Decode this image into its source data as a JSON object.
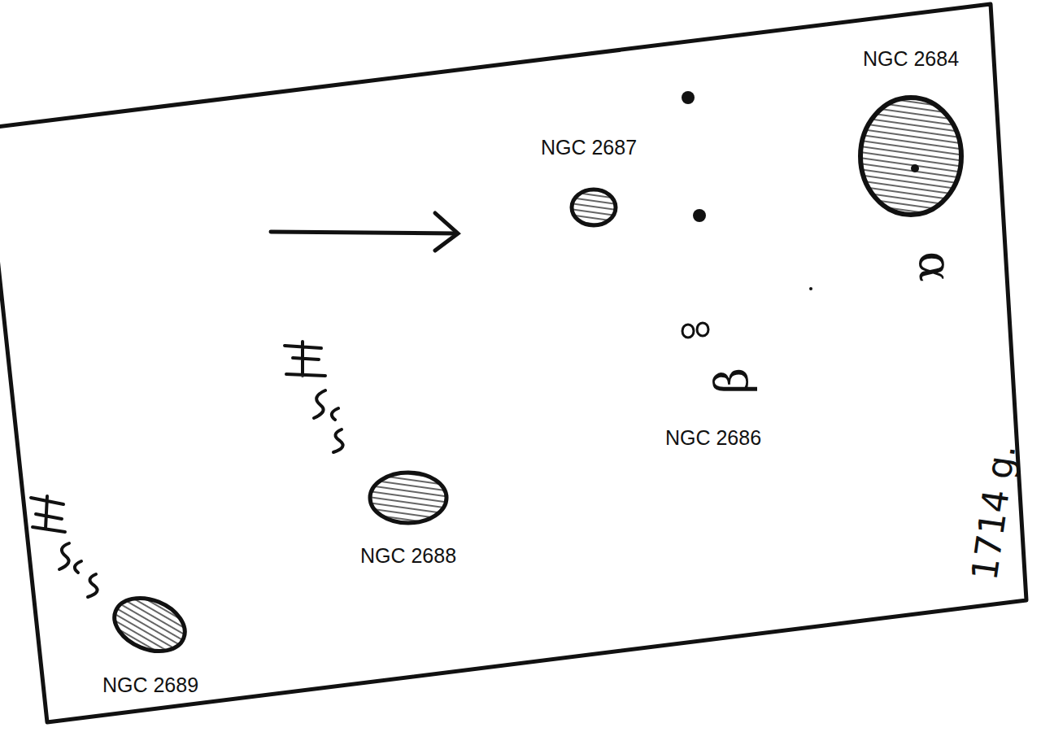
{
  "diagram": {
    "labels": [
      "NGC 2684",
      "NGC 2687",
      "NGC 2686",
      "NGC 2688",
      "NGC 2689",
      "α",
      "β",
      "1714 g."
    ]
  }
}
